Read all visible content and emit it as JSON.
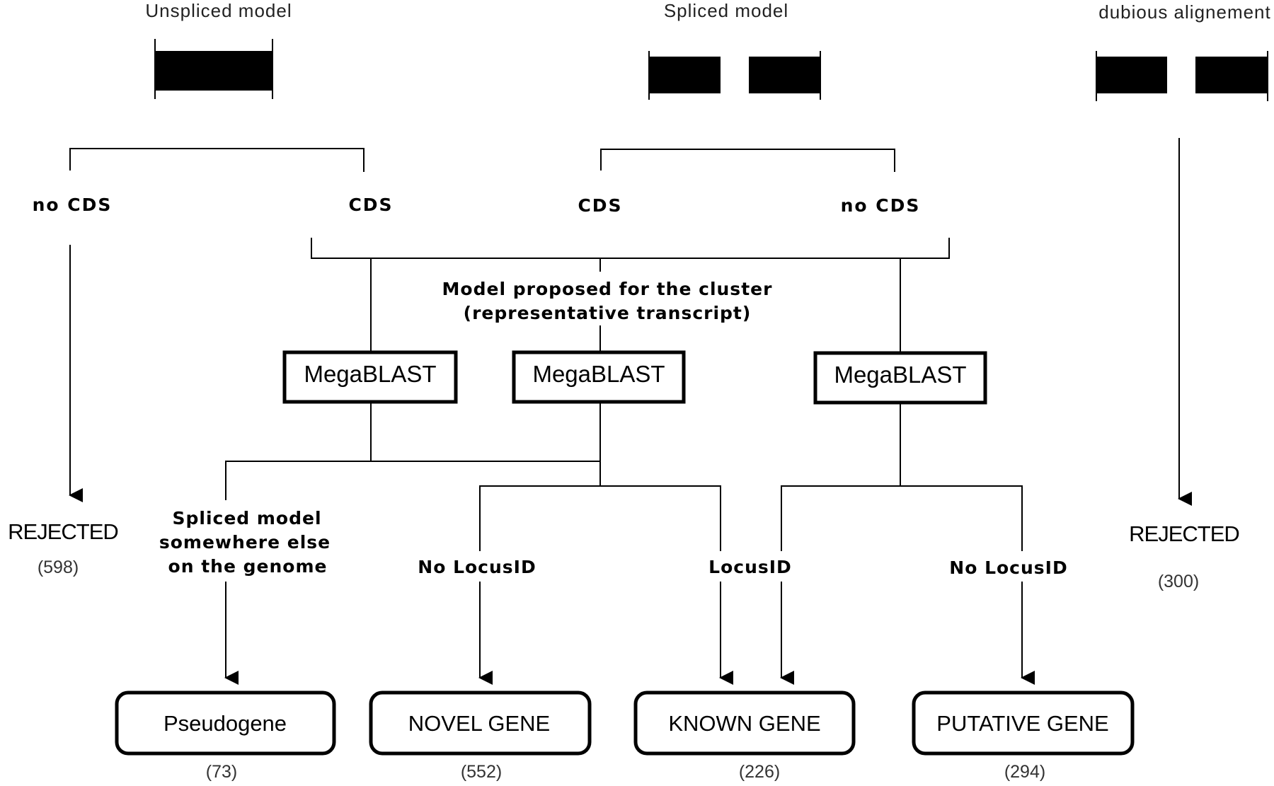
{
  "headers": {
    "unspliced": "Unspliced model",
    "spliced": "Spliced model",
    "dubious": "dubious alignement"
  },
  "branches": {
    "unspliced_no_cds": "no CDS",
    "unspliced_cds": "CDS",
    "spliced_cds": "CDS",
    "spliced_no_cds": "no CDS"
  },
  "model_proposed": {
    "line1": "Model proposed for the cluster",
    "line2": "(representative transcript)"
  },
  "megablast": {
    "left": "MegaBLAST",
    "center": "MegaBLAST",
    "right": "MegaBLAST"
  },
  "rejected_left": {
    "label": "REJECTED",
    "count": "(598)"
  },
  "rejected_right": {
    "label": "REJECTED",
    "count": "(300)"
  },
  "spliced_elsewhere": {
    "line1": "Spliced model",
    "line2": "somewhere else",
    "line3": "on the genome"
  },
  "decisions": {
    "no_locus_left": "No LocusID",
    "locus": "LocusID",
    "no_locus_right": "No LocusID"
  },
  "outcomes": {
    "pseudogene": {
      "label": "Pseudogene",
      "count": "(73)"
    },
    "novel": {
      "label": "NOVEL GENE",
      "count": "(552)"
    },
    "known": {
      "label": "KNOWN GENE",
      "count": "(226)"
    },
    "putative": {
      "label": "PUTATIVE GENE",
      "count": "(294)"
    }
  },
  "colors": {
    "ink": "#000000",
    "paper": "#ffffff",
    "count_text": "#333333"
  }
}
